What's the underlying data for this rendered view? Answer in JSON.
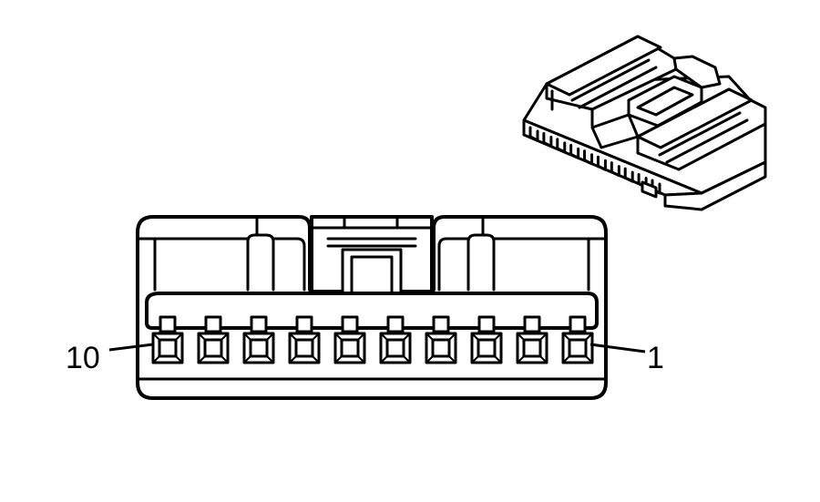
{
  "diagram": {
    "pin_count": 10,
    "labels": {
      "left": "10",
      "right": "1"
    },
    "colors": {
      "line": "#000000",
      "fill": "#ffffff"
    }
  }
}
